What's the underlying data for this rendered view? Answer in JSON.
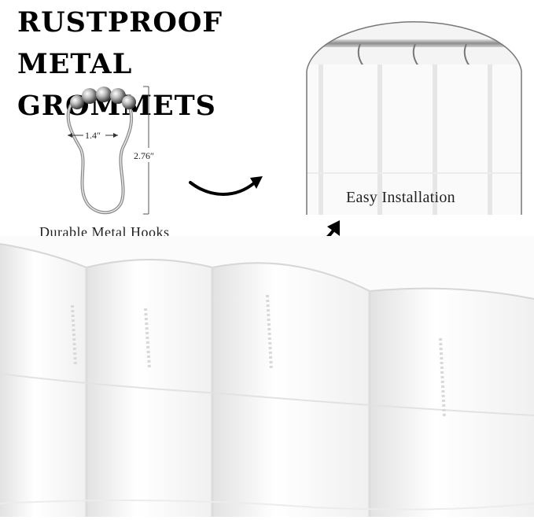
{
  "title": {
    "line1": "RUSTPROOF METAL",
    "line2": "GROMMETS"
  },
  "hook": {
    "caption": "Durable Metal Hooks",
    "width_label": "1.4″",
    "height_label": "2.76″"
  },
  "inset": {
    "caption": "Easy Installation"
  },
  "icons": {
    "arrow1": "curved-arrow-icon",
    "arrow2": "curved-arrow-icon"
  }
}
